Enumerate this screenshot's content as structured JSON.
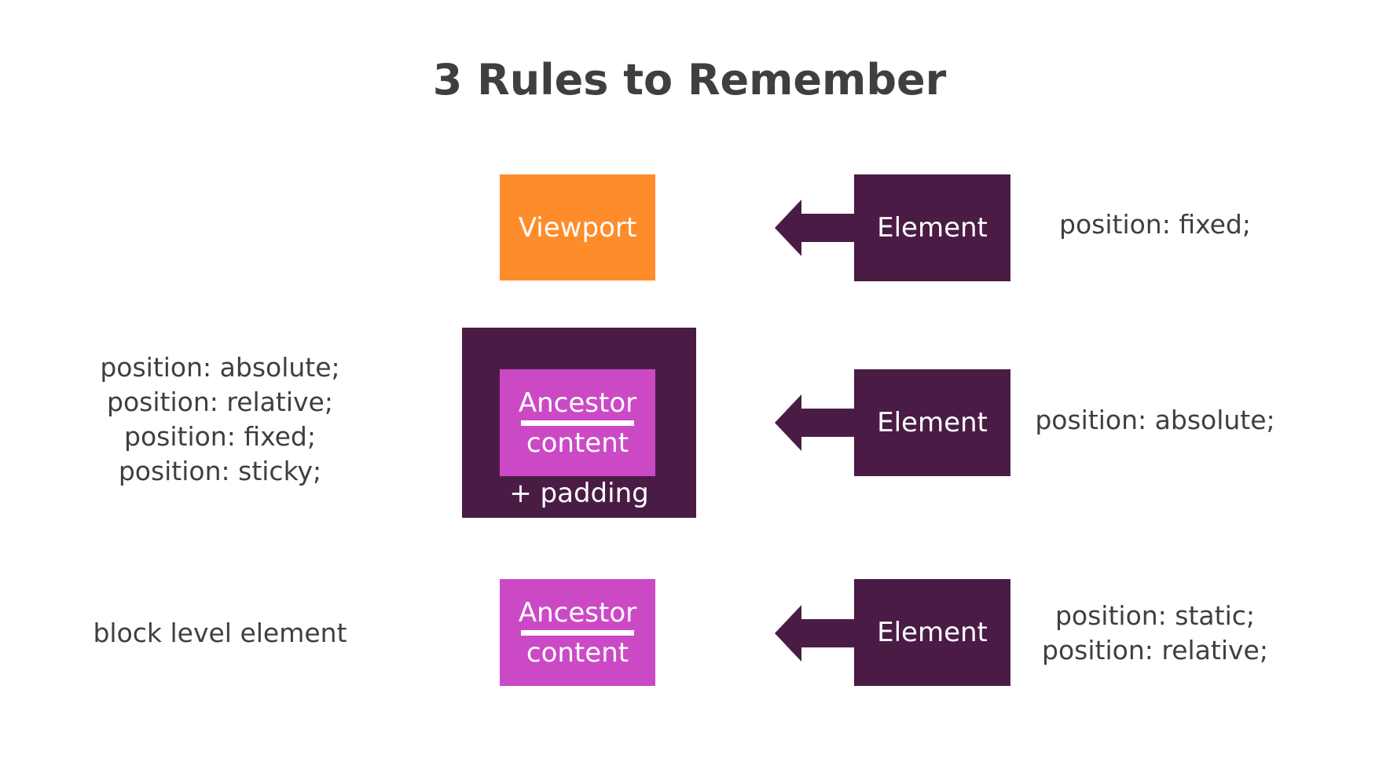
{
  "title": "3 Rules to Remember",
  "colors": {
    "viewport": "#ff8c2a",
    "element": "#4a1c45",
    "ancestor": "#cc49c6",
    "text": "#3f3f3f"
  },
  "rows": [
    {
      "target": "Viewport",
      "element": "Element",
      "right": [
        "position: fixed;"
      ]
    },
    {
      "target": "Ancestor",
      "target_sub": "content",
      "padding": "+ padding",
      "element": "Element",
      "left": [
        "position: absolute;",
        "position: relative;",
        "position: fixed;",
        "position: sticky;"
      ],
      "right": [
        "position: absolute;"
      ]
    },
    {
      "target": "Ancestor",
      "target_sub": "content",
      "element": "Element",
      "left": [
        "block level element"
      ],
      "right": [
        "position: static;",
        "position: relative;"
      ]
    }
  ]
}
